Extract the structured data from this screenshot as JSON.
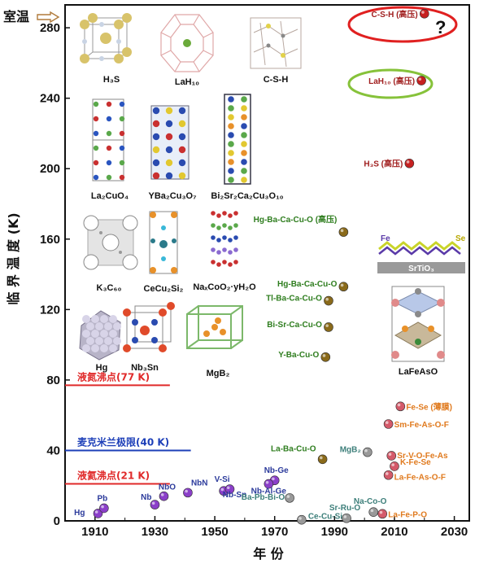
{
  "room_temp_label": "室温",
  "chart_data": {
    "type": "scatter",
    "xlabel": "年 份",
    "ylabel": "临 界 温 度 (K)",
    "xlim": [
      1900,
      2035
    ],
    "ylim": [
      0,
      293
    ],
    "x_ticks": [
      "1910",
      "1930",
      "1950",
      "1970",
      "1990",
      "2010",
      "2030"
    ],
    "y_ticks": [
      "0",
      "40",
      "80",
      "120",
      "160",
      "200",
      "240",
      "280"
    ],
    "reference_lines": [
      {
        "label": "液氮沸点(77 K)",
        "y": 77,
        "x_end": 1935,
        "color": "#e02a2a"
      },
      {
        "label": "麦克米兰极限(40 K)",
        "y": 40,
        "x_end": 1942,
        "color": "#1d3fb8"
      },
      {
        "label": "液氦沸点(21 K)",
        "y": 21,
        "x_end": 1935,
        "color": "#e02a2a"
      }
    ],
    "points": [
      {
        "label": "Hg",
        "x": 1911,
        "y": 4.2,
        "color": "#8b3fc9",
        "label_color": "#2b3a9b"
      },
      {
        "label": "Pb",
        "x": 1913,
        "y": 7.2,
        "color": "#8b3fc9",
        "label_color": "#2b3a9b"
      },
      {
        "label": "Nb",
        "x": 1930,
        "y": 9.2,
        "color": "#8b3fc9",
        "label_color": "#2b3a9b"
      },
      {
        "label": "NbO",
        "x": 1933,
        "y": 14,
        "color": "#8b3fc9",
        "label_color": "#2b3a9b"
      },
      {
        "label": "NbN",
        "x": 1941,
        "y": 16,
        "color": "#8b3fc9",
        "label_color": "#2b3a9b"
      },
      {
        "label": "V-Si",
        "x": 1953,
        "y": 17,
        "color": "#8b3fc9",
        "label_color": "#2b3a9b"
      },
      {
        "label": "Nb-Sn",
        "x": 1955,
        "y": 18,
        "color": "#8b3fc9",
        "label_color": "#2b3a9b"
      },
      {
        "label": "Nb-Ge",
        "x": 1970,
        "y": 23,
        "color": "#8b3fc9",
        "label_color": "#2b3a9b"
      },
      {
        "label": "Nb-Al-Ge",
        "x": 1968,
        "y": 21,
        "color": "#8b3fc9",
        "label_color": "#2b3a9b"
      },
      {
        "label": "Ba-Pb-Bi-O",
        "x": 1975,
        "y": 13,
        "color": "#999999",
        "label_color": "#3d7f7a"
      },
      {
        "label": "Ce-Cu-Si",
        "x": 1979,
        "y": 0.6,
        "color": "#999999",
        "label_color": "#3d7f7a"
      },
      {
        "label": "Sr-Ru-O",
        "x": 1994,
        "y": 1.5,
        "color": "#999999",
        "label_color": "#3d7f7a"
      },
      {
        "label": "Na-Co-O",
        "x": 2003,
        "y": 5,
        "color": "#999999",
        "label_color": "#3d7f7a"
      },
      {
        "label": "MgB₂",
        "x": 2001,
        "y": 39,
        "color": "#999999",
        "label_color": "#3d7f7a"
      },
      {
        "label": "La-Ba-Cu-O",
        "x": 1986,
        "y": 35,
        "color": "#8a6a1a",
        "label_color": "#2e7d1e"
      },
      {
        "label": "Y-Ba-Cu-O",
        "x": 1987,
        "y": 93,
        "color": "#8a6a1a",
        "label_color": "#2e7d1e"
      },
      {
        "label": "Bi-Sr-Ca-Cu-O",
        "x": 1988,
        "y": 110,
        "color": "#8a6a1a",
        "label_color": "#2e7d1e"
      },
      {
        "label": "Tl-Ba-Ca-Cu-O",
        "x": 1988,
        "y": 125,
        "color": "#8a6a1a",
        "label_color": "#2e7d1e"
      },
      {
        "label": "Hg-Ba-Ca-Cu-O",
        "x": 1993,
        "y": 133,
        "color": "#8a6a1a",
        "label_color": "#2e7d1e"
      },
      {
        "label": "Hg-Ba-Ca-Cu-O (高压)",
        "x": 1993,
        "y": 164,
        "color": "#8a6a1a",
        "label_color": "#2e7d1e"
      },
      {
        "label": "La-Fe-P-O",
        "x": 2006,
        "y": 4,
        "color": "#d45a6a",
        "label_color": "#e07a1e"
      },
      {
        "label": "La-Fe-As-O-F",
        "x": 2008,
        "y": 26,
        "color": "#d45a6a",
        "label_color": "#e07a1e"
      },
      {
        "label": "K-Fe-Se",
        "x": 2010,
        "y": 31,
        "color": "#d45a6a",
        "label_color": "#e07a1e"
      },
      {
        "label": "Sr-V-O-Fe-As",
        "x": 2009,
        "y": 37,
        "color": "#d45a6a",
        "label_color": "#e07a1e"
      },
      {
        "label": "Sm-Fe-As-O-F",
        "x": 2008,
        "y": 55,
        "color": "#d45a6a",
        "label_color": "#e07a1e"
      },
      {
        "label": "Fe-Se (薄膜)",
        "x": 2012,
        "y": 65,
        "color": "#d45a6a",
        "label_color": "#e07a1e"
      },
      {
        "label": "H₃S (高压)",
        "x": 2015,
        "y": 203,
        "color": "#c62020",
        "label_color": "#a01e1e"
      },
      {
        "label": "LaH₁₀ (高压)",
        "x": 2019,
        "y": 250,
        "color": "#c62020",
        "label_color": "#a01e1e"
      },
      {
        "label": "C-S-H (高压)",
        "x": 2020,
        "y": 288,
        "color": "#c62020",
        "label_color": "#a01e1e"
      }
    ],
    "question_mark": "?",
    "structure_labels": {
      "h3s": "H₃S",
      "lah10": "LaH₁₀",
      "csh": "C-S-H",
      "la2cuo4": "La₂CuO₄",
      "ybco": "YBa₂Cu₃O₇",
      "bscco": "Bi₂Sr₂Ca₂Cu₃O₁₀",
      "k3c60": "K₃C₆₀",
      "cecu2si2": "CeCu₂Si₂",
      "naxcoo2": "NaₓCoO₂·yH₂O",
      "hg": "Hg",
      "nb3sn": "Nb₃Sn",
      "mgb2": "MgB₂",
      "fese": "Fe",
      "fese_se": "Se",
      "srtio3": "SrTiO₃",
      "lafeaso": "LaFeAsO"
    },
    "colors": {
      "frame": "#111111",
      "highlight_red": "#e02020",
      "highlight_green": "#86c23a"
    }
  }
}
